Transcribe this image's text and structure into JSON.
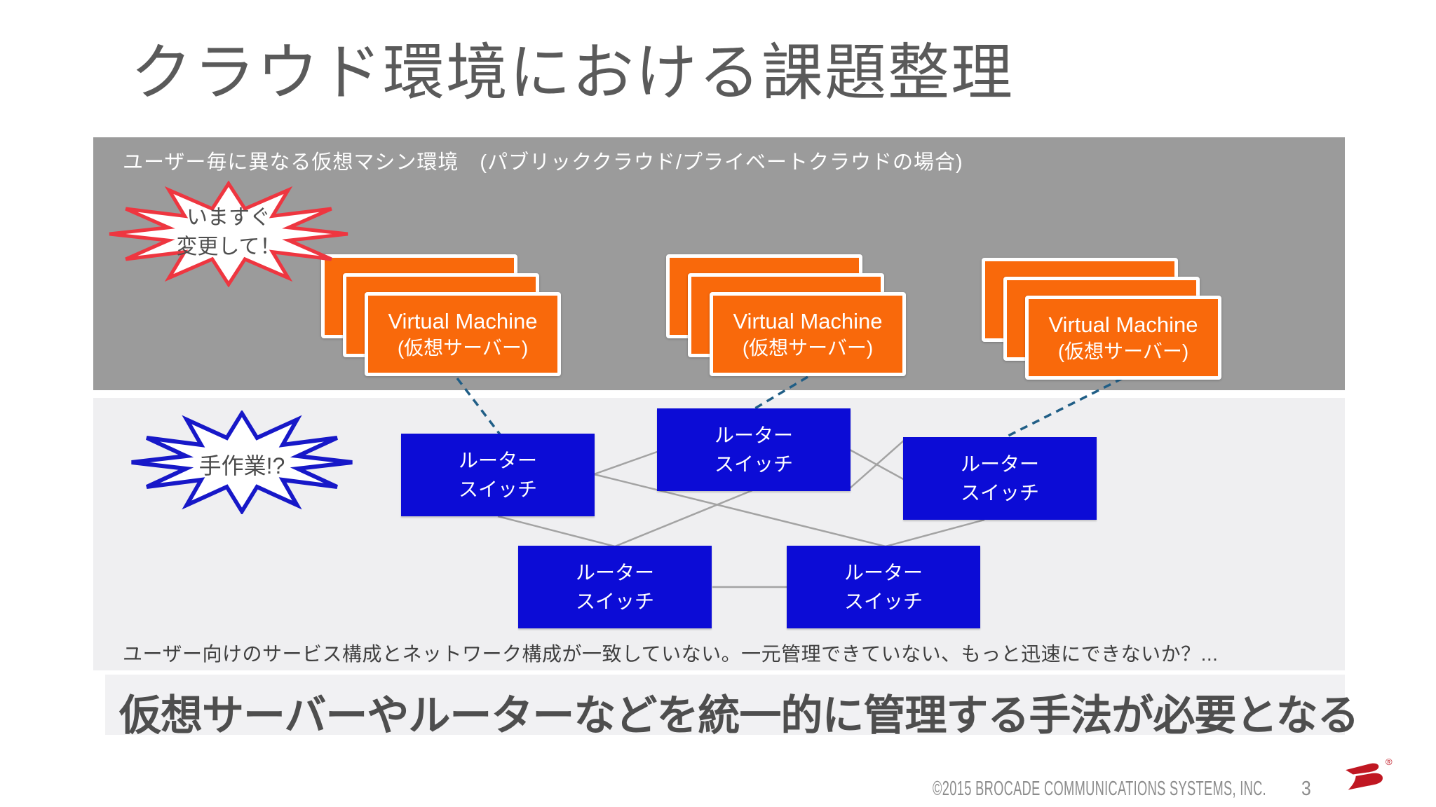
{
  "slide": {
    "title": "クラウド環境における課題整理"
  },
  "top_section": {
    "heading": "ユーザー毎に異なる仮想マシン環境　(パブリッククラウド/プライベートクラウドの場合)",
    "callout_change": {
      "line1": "いますぐ",
      "line2": "変更して！"
    },
    "vm_label": {
      "line1": "Virtual Machine",
      "line2": "(仮想サーバー)"
    }
  },
  "network_section": {
    "callout_manual": "手作業!?",
    "router_label": {
      "line1": "ルーター",
      "line2": "スイッチ"
    },
    "caption": "ユーザー向けのサービス構成とネットワーク構成が一致していない。一元管理できていない、もっと迅速にできないか？..."
  },
  "statement": "仮想サーバーやルーターなどを統一的に管理する手法が必要となる",
  "footer": {
    "copyright": "©2015 BROCADE COMMUNICATIONS SYSTEMS, INC.",
    "page_number": "3",
    "logo_reg_mark": "®"
  },
  "colors": {
    "title_gray": "#5A5A5A",
    "band_gray": "#9B9B9B",
    "band_light": "#EFEFF1",
    "vm_orange": "#F9690B",
    "router_blue": "#0C0CD6",
    "burst_red_stroke": "#EE3640",
    "burst_blue_stroke": "#1718C8",
    "dashed_link": "#205E86",
    "connector_gray": "#A3A3A3",
    "logo_red": "#C01722"
  }
}
